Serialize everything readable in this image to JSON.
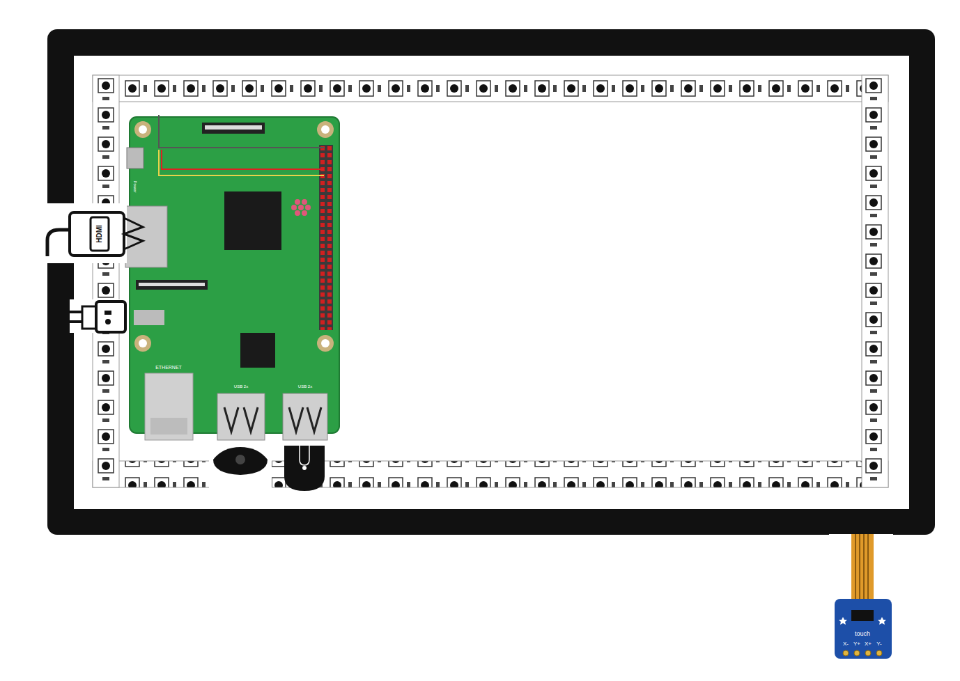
{
  "diagram": {
    "labels": [
      "HDMI",
      "Power",
      "ETHERNET",
      "USB 2x",
      "USB 2x",
      "touch",
      "X-",
      "Y+",
      "X+",
      "Y-"
    ]
  }
}
